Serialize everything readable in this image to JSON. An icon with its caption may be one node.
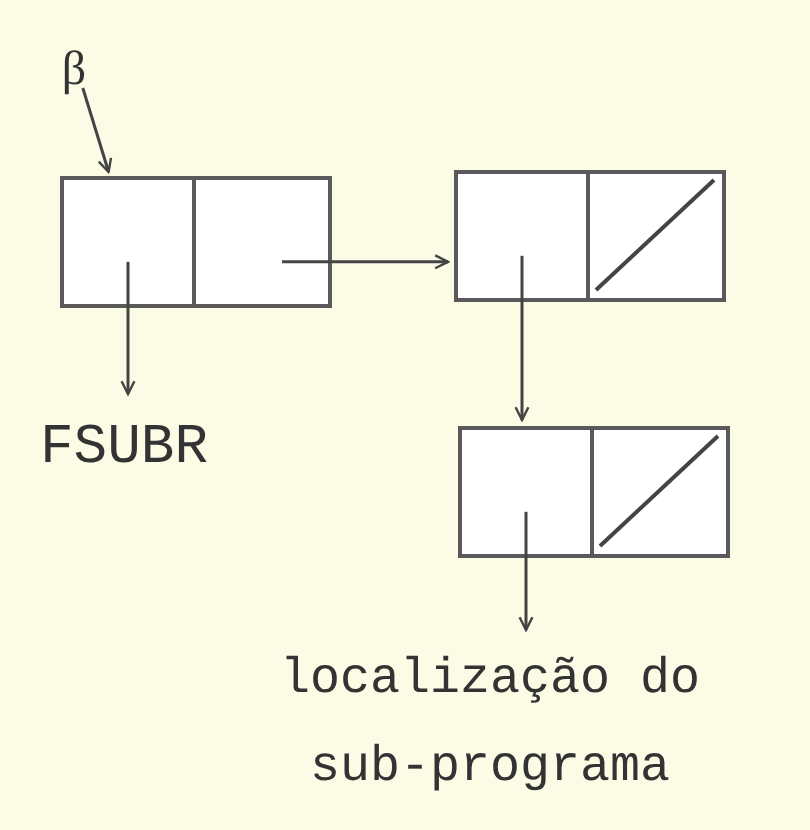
{
  "diagram": {
    "nodes": [
      {
        "text": [
          "β"
        ]
      },
      {
        "text": [],
        "shape": "box"
      },
      {
        "text": [],
        "shape": "box"
      },
      {
        "text": [
          "FSUBR"
        ]
      },
      {
        "text": [],
        "shape": "box"
      },
      {
        "text": [],
        "shape": "box"
      },
      {
        "text": [],
        "shape": "box"
      },
      {
        "text": [],
        "shape": "box"
      },
      {
        "text": [
          "localização do sub-programa"
        ]
      }
    ],
    "edges": [
      {
        "from": 0,
        "to": 1,
        "arrow": "to"
      },
      {
        "from": 1,
        "to": 3,
        "arrow": "to"
      },
      {
        "from": 2,
        "to": 4,
        "arrow": "to"
      },
      {
        "from": 4,
        "to": 6,
        "arrow": "to"
      },
      {
        "from": 6,
        "to": 8,
        "arrow": "to"
      }
    ]
  }
}
